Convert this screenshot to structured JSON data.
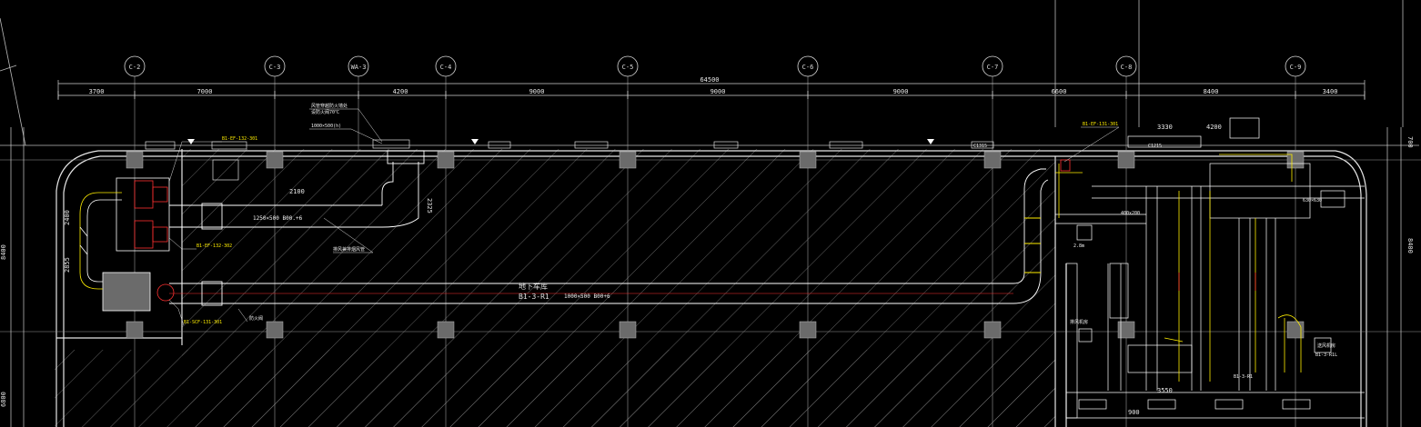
{
  "drawing": {
    "colors": {
      "background": "#000000",
      "line": "#ffffff",
      "grid": "#d0d0d0",
      "hatch": "#8a8a8a",
      "duct_red": "#ff3030",
      "duct_yellow": "#ffee00",
      "column": "#6a6a6a"
    },
    "axes": [
      {
        "label": "C-2"
      },
      {
        "label": "C-3"
      },
      {
        "label": "WA-3"
      },
      {
        "label": "C-4"
      },
      {
        "label": "C-5"
      },
      {
        "label": "C-6"
      },
      {
        "label": "C-7"
      },
      {
        "label": "C-8"
      },
      {
        "label": "C-9"
      }
    ],
    "top_dims": {
      "overall": "64500",
      "segments": [
        "3700",
        "7000",
        "4200",
        "9000",
        "9000",
        "9000",
        "6600",
        "8400",
        "3400"
      ]
    },
    "right_dims": [
      "700",
      "8400"
    ],
    "left_dims": [
      "8400",
      "6800"
    ],
    "inner_dims": [
      "2100",
      "2325",
      "2855",
      "2400",
      "3330",
      "4200",
      "3550",
      "900"
    ],
    "rooms": [
      {
        "label": "地下车库"
      },
      {
        "label": "B1-3-R1"
      }
    ],
    "duct_labels": [
      "1250×500 B00.+6",
      "1000×500 B00+6"
    ],
    "yellow_tags": [
      "B1-EF-132-301",
      "B1-EF-131-301",
      "B1-EF-132-302",
      "B1-SCF-131-301"
    ],
    "notes": [
      "风管穿越防火墙处",
      "设防火阀70℃",
      "1000×500(h)",
      "排风兼排烟风管",
      "400x200",
      "排风机房",
      "送风机房",
      "防火阀",
      "C1315",
      "C1215",
      "630×630",
      "2.8m",
      "B1-3-R1",
      "B1-3-R1L"
    ]
  }
}
